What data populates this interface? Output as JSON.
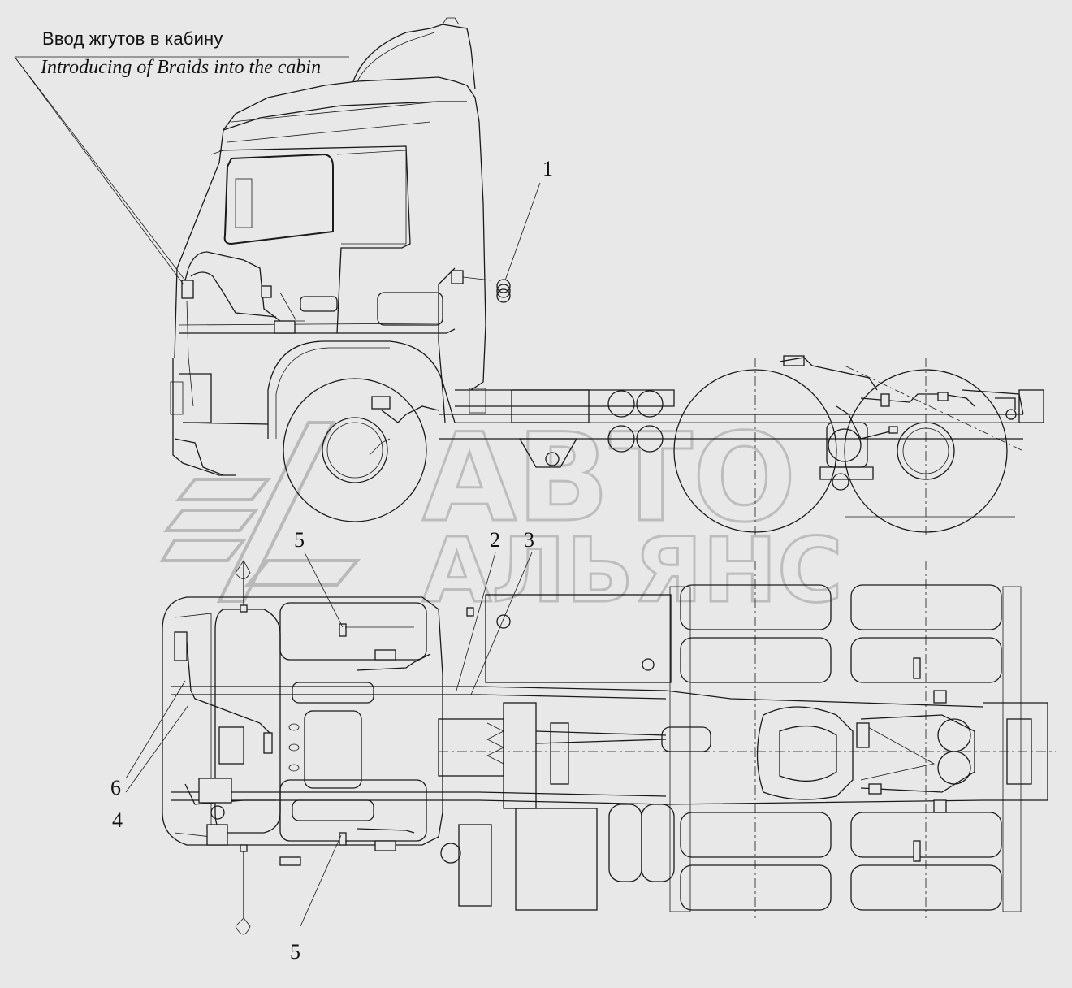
{
  "callout": {
    "title_ru": "Ввод жгутов в кабину",
    "title_en": "Introducing of Braids into the cabin"
  },
  "positions": {
    "p1": "1",
    "p2": "2",
    "p3": "3",
    "p4": "4",
    "p5_top": "5",
    "p5_bottom": "5",
    "p6": "6"
  },
  "watermark": {
    "line1": "АВТО",
    "line2": "АЛЬЯНС"
  }
}
